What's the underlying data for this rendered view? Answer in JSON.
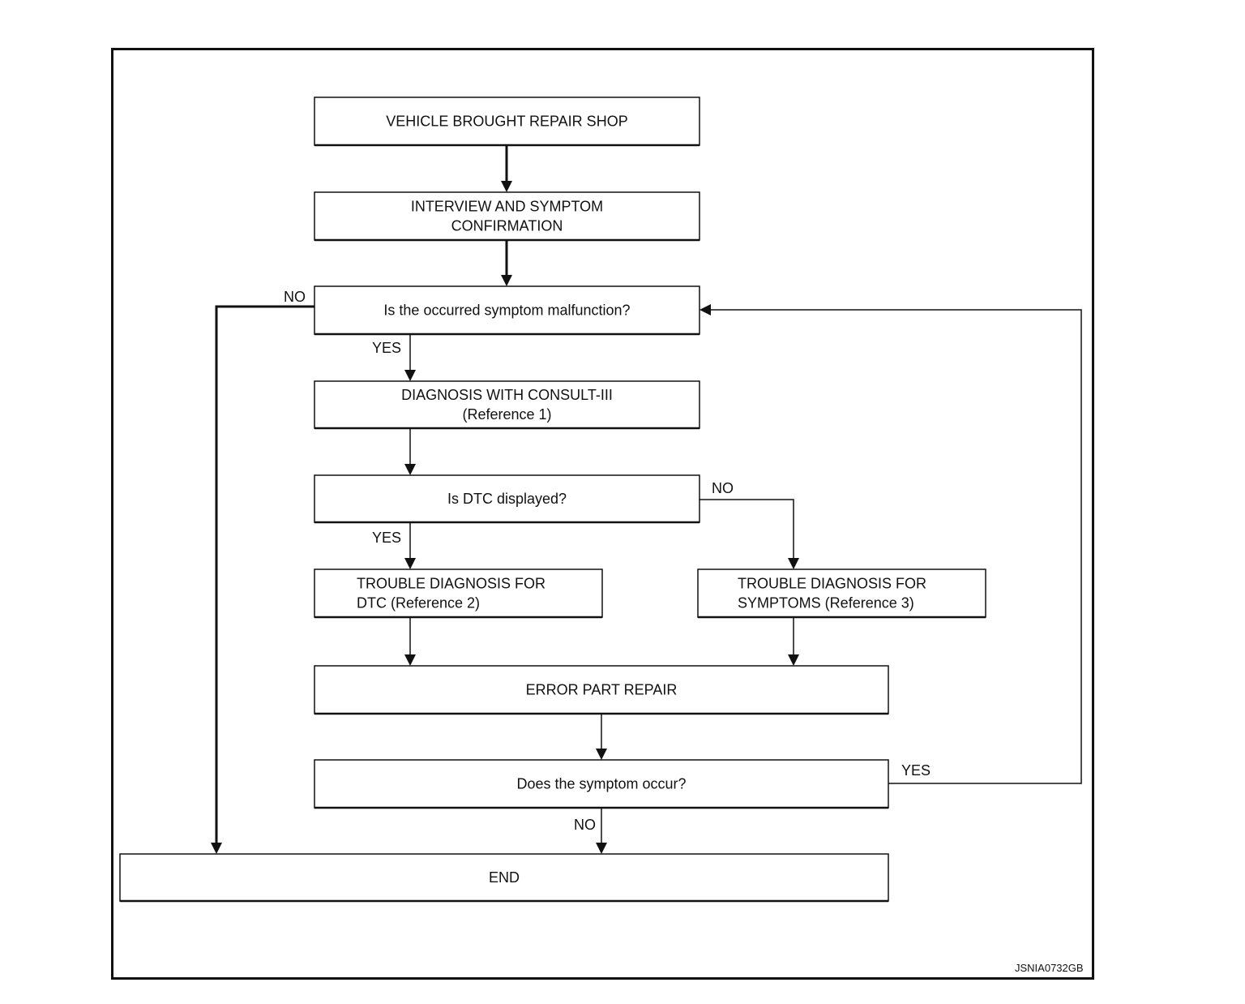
{
  "nodes": [
    {
      "id": "vehicle_brought",
      "name": "node-vehicle-brought",
      "lines": [
        "VEHICLE BROUGHT REPAIR SHOP"
      ]
    },
    {
      "id": "interview",
      "name": "node-interview",
      "lines": [
        "INTERVIEW AND SYMPTOM",
        "CONFIRMATION"
      ]
    },
    {
      "id": "occurred_malfunction",
      "name": "node-occurred-malfunction",
      "lines": [
        "Is the occurred symptom malfunction?"
      ]
    },
    {
      "id": "diagnosis_consult",
      "name": "node-diagnosis-consult",
      "lines": [
        "DIAGNOSIS WITH CONSULT-III",
        "(Reference 1)"
      ]
    },
    {
      "id": "dtc_displayed",
      "name": "node-dtc-displayed",
      "lines": [
        "Is DTC displayed?"
      ]
    },
    {
      "id": "trouble_dtc",
      "name": "node-trouble-dtc",
      "lines": [
        "TROUBLE DIAGNOSIS FOR",
        "DTC (Reference 2)"
      ]
    },
    {
      "id": "trouble_symptoms",
      "name": "node-trouble-symptoms",
      "lines": [
        "TROUBLE DIAGNOSIS FOR",
        "SYMPTOMS (Reference 3)"
      ]
    },
    {
      "id": "error_part_repair",
      "name": "node-error-part-repair",
      "lines": [
        "ERROR PART REPAIR"
      ]
    },
    {
      "id": "symptom_occur",
      "name": "node-symptom-occur",
      "lines": [
        "Does the symptom occur?"
      ]
    },
    {
      "id": "end",
      "name": "node-end",
      "lines": [
        "END"
      ]
    }
  ],
  "edges": [
    {
      "id": "e1",
      "from": "vehicle_brought",
      "to": "interview",
      "label": ""
    },
    {
      "id": "e2",
      "from": "interview",
      "to": "occurred_malfunction",
      "label": ""
    },
    {
      "id": "e3",
      "from": "occurred_malfunction",
      "to": "end",
      "label": "NO"
    },
    {
      "id": "e4",
      "from": "occurred_malfunction",
      "to": "diagnosis_consult",
      "label": "YES"
    },
    {
      "id": "e5",
      "from": "diagnosis_consult",
      "to": "dtc_displayed",
      "label": ""
    },
    {
      "id": "e6",
      "from": "dtc_displayed",
      "to": "trouble_symptoms",
      "label": "NO"
    },
    {
      "id": "e7",
      "from": "dtc_displayed",
      "to": "trouble_dtc",
      "label": "YES"
    },
    {
      "id": "e8",
      "from": "trouble_dtc",
      "to": "error_part_repair",
      "label": ""
    },
    {
      "id": "e9",
      "from": "trouble_symptoms",
      "to": "error_part_repair",
      "label": ""
    },
    {
      "id": "e10",
      "from": "error_part_repair",
      "to": "symptom_occur",
      "label": ""
    },
    {
      "id": "e11",
      "from": "symptom_occur",
      "to": "occurred_malfunction",
      "label": "YES"
    },
    {
      "id": "e12",
      "from": "symptom_occur",
      "to": "end",
      "label": "NO"
    }
  ],
  "figure_id": "JSNIA0732GB"
}
